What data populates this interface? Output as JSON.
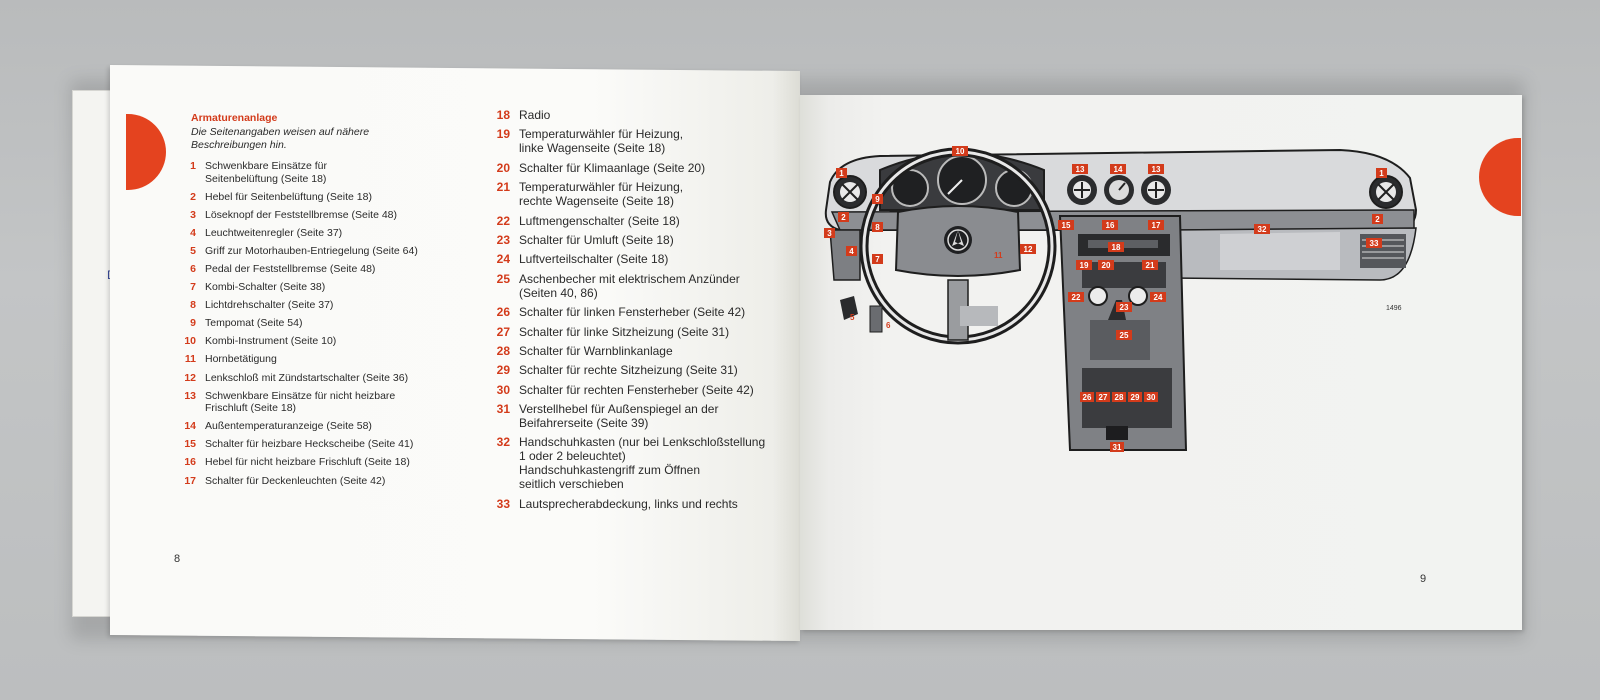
{
  "left_page": {
    "heading": "Armaturenanlage",
    "intro": "Die Seitenangaben weisen auf nähere\nBeschreibungen hin.",
    "page_number": "8",
    "items": [
      {
        "num": "1",
        "text": "Schwenkbare Einsätze für\nSeitenbelüftung (Seite 18)"
      },
      {
        "num": "2",
        "text": "Hebel für Seitenbelüftung (Seite 18)"
      },
      {
        "num": "3",
        "text": "Löseknopf der Feststellbremse (Seite 48)"
      },
      {
        "num": "4",
        "text": "Leuchtweitenregler (Seite 37)"
      },
      {
        "num": "5",
        "text": "Griff zur Motorhauben-Entriegelung (Seite 64)"
      },
      {
        "num": "6",
        "text": "Pedal der Feststellbremse (Seite 48)"
      },
      {
        "num": "7",
        "text": "Kombi-Schalter (Seite 38)"
      },
      {
        "num": "8",
        "text": "Lichtdrehschalter (Seite 37)"
      },
      {
        "num": "9",
        "text": "Tempomat (Seite 54)"
      },
      {
        "num": "10",
        "text": "Kombi-Instrument (Seite 10)"
      },
      {
        "num": "11",
        "text": "Hornbetätigung"
      },
      {
        "num": "12",
        "text": "Lenkschloß mit Zündstartschalter (Seite 36)"
      },
      {
        "num": "13",
        "text": "Schwenkbare Einsätze für nicht heizbare\nFrischluft (Seite 18)"
      },
      {
        "num": "14",
        "text": "Außentemperaturanzeige (Seite 58)"
      },
      {
        "num": "15",
        "text": "Schalter für heizbare Heckscheibe (Seite 41)"
      },
      {
        "num": "16",
        "text": "Hebel für nicht heizbare Frischluft (Seite 18)"
      },
      {
        "num": "17",
        "text": "Schalter für Deckenleuchten (Seite 42)"
      }
    ],
    "items2": [
      {
        "num": "18",
        "text": "Radio"
      },
      {
        "num": "19",
        "text": "Temperaturwähler für Heizung,\nlinke Wagenseite (Seite 18)"
      },
      {
        "num": "20",
        "text": "Schalter für Klimaanlage (Seite 20)"
      },
      {
        "num": "21",
        "text": "Temperaturwähler für Heizung,\nrechte Wagenseite (Seite 18)"
      },
      {
        "num": "22",
        "text": "Luftmengenschalter (Seite 18)"
      },
      {
        "num": "23",
        "text": "Schalter für Umluft (Seite 18)"
      },
      {
        "num": "24",
        "text": "Luftverteilschalter (Seite 18)"
      },
      {
        "num": "25",
        "text": "Aschenbecher mit elektrischem Anzünder\n(Seiten 40, 86)"
      },
      {
        "num": "26",
        "text": "Schalter für linken Fensterheber (Seite 42)"
      },
      {
        "num": "27",
        "text": "Schalter für linke Sitzheizung (Seite 31)"
      },
      {
        "num": "28",
        "text": "Schalter für Warnblinkanlage"
      },
      {
        "num": "29",
        "text": "Schalter für rechte Sitzheizung (Seite 31)"
      },
      {
        "num": "30",
        "text": "Schalter für rechten Fensterheber (Seite 42)"
      },
      {
        "num": "31",
        "text": "Verstellhebel für Außenspiegel an der\nBeifahrerseite (Seite 39)"
      },
      {
        "num": "32",
        "text": "Handschuhkasten (nur bei Lenkschloßstellung\n1 oder 2 beleuchtet)\nHandschuhkastengriff zum Öffnen\nseitlich verschieben"
      },
      {
        "num": "33",
        "text": "Lautsprecherabdeckung, links und rechts"
      }
    ]
  },
  "right_page": {
    "page_number": "9",
    "diagram_code": "1496",
    "under_letter": "D",
    "callouts": [
      "1",
      "2",
      "3",
      "4",
      "5",
      "6",
      "7",
      "8",
      "9",
      "10",
      "11",
      "12",
      "13",
      "14",
      "13",
      "1",
      "2",
      "15",
      "16",
      "17",
      "18",
      "19",
      "20",
      "21",
      "22",
      "23",
      "24",
      "25",
      "26",
      "27",
      "28",
      "29",
      "30",
      "31",
      "32",
      "33"
    ]
  },
  "colors": {
    "accent": "#e4431f",
    "label": "#d33b1b"
  }
}
